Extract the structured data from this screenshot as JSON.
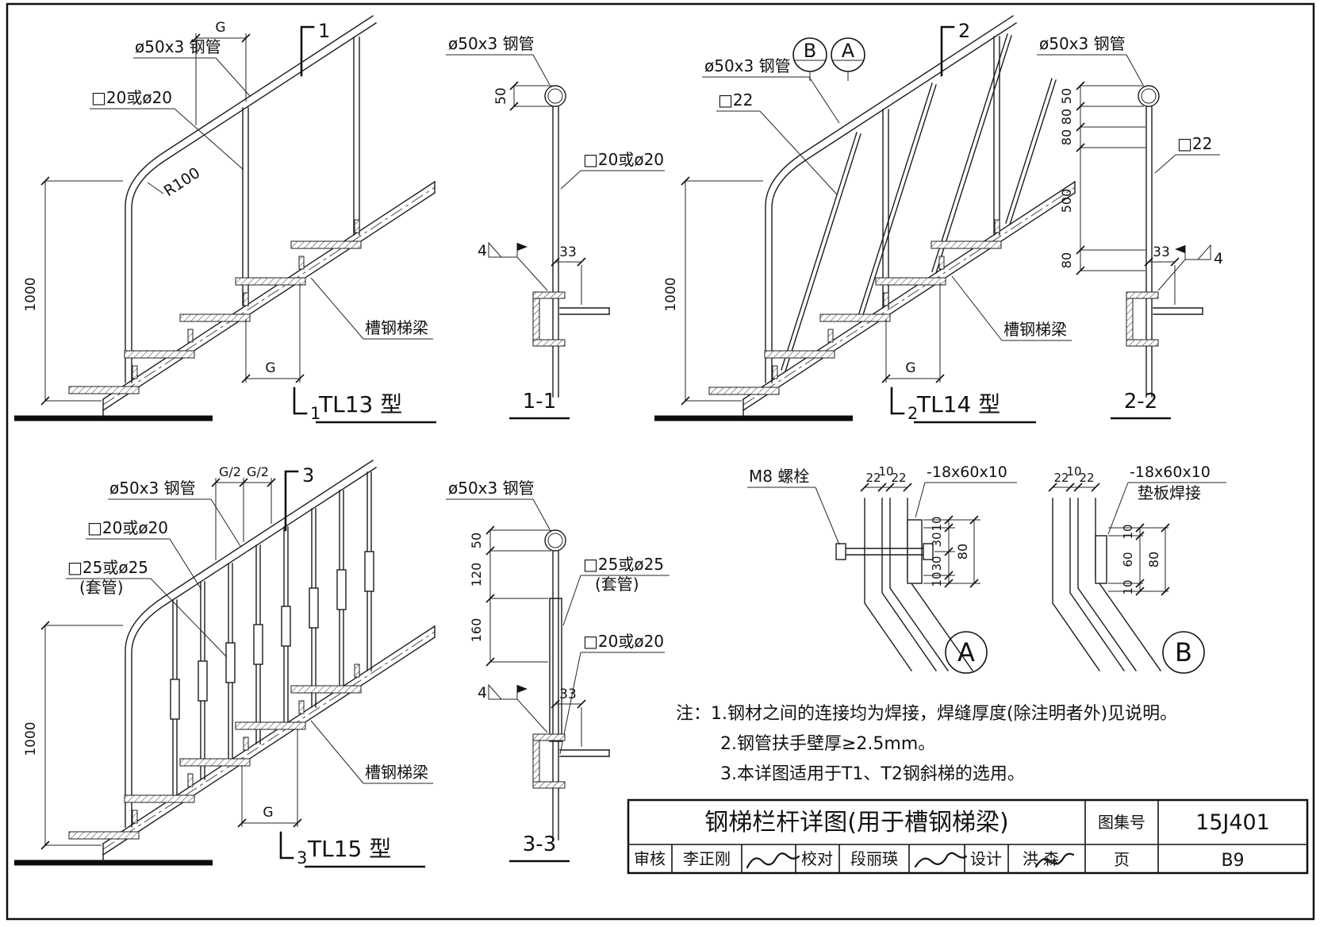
{
  "tl13": {
    "flag_no": "1",
    "cut_no": "1",
    "title": "TL13 型",
    "pipe_label": "ø50x3 钢管",
    "post_label": "□20或ø20",
    "radius_label": "R100",
    "beam_label": "槽钢梯梁",
    "dim_height": "1000",
    "dim_g_top": "G",
    "dim_g_bottom": "G"
  },
  "sec11": {
    "title": "1-1",
    "pipe_label": "ø50x3 钢管",
    "post_label": "□20或ø20",
    "dim_pipe": "50",
    "dim_offset": "33",
    "weld_size": "4"
  },
  "tl14": {
    "flag_no": "2",
    "cut_no": "2",
    "title": "TL14 型",
    "bubble_b": "B",
    "bubble_a": "A",
    "pipe_label": "ø50x3 钢管",
    "post_label": "□22",
    "beam_label": "槽钢梯梁",
    "dim_height": "1000",
    "dim_g_bottom": "G"
  },
  "sec22": {
    "title": "2-2",
    "pipe_label": "ø50x3 钢管",
    "post_label": "□22",
    "dim_pipe": "50",
    "dim_80a": "80",
    "dim_80b": "80",
    "dim_500": "500",
    "dim_80c": "80",
    "dim_offset": "33",
    "weld_size": "4"
  },
  "tl15": {
    "flag_no": "3",
    "cut_no": "3",
    "title": "TL15 型",
    "pipe_label": "ø50x3 钢管",
    "post_label": "□20或ø20",
    "sleeve_label": "□25或ø25",
    "sleeve_label2": "(套管)",
    "beam_label": "槽钢梯梁",
    "dim_height": "1000",
    "dim_g_half_a": "G/2",
    "dim_g_half_b": "G/2",
    "dim_g_bottom": "G"
  },
  "sec33": {
    "title": "3-3",
    "pipe_label": "ø50x3 钢管",
    "sleeve_label": "□25或ø25",
    "sleeve_label2": "(套管)",
    "post_label": "□20或ø20",
    "dim_pipe": "50",
    "dim_120": "120",
    "dim_160": "160",
    "dim_offset": "33",
    "weld_size": "4"
  },
  "detail_a": {
    "tag": "A",
    "bolt_label": "M8 螺栓",
    "plate_label": "-18x60x10",
    "dim_22a": "22",
    "dim_10": "10",
    "dim_22b": "22",
    "dim_r10a": "10",
    "dim_r30a": "30",
    "dim_r30b": "30",
    "dim_r10b": "10",
    "dim_r80": "80"
  },
  "detail_b": {
    "tag": "B",
    "plate_label": "-18x60x10",
    "plate_label2": "垫板焊接",
    "dim_22a": "22",
    "dim_10": "10",
    "dim_22b": "22",
    "dim_r10a": "10",
    "dim_r60": "60",
    "dim_r10b": "10",
    "dim_r80": "80"
  },
  "notes": {
    "line1": "注：1.钢材之间的连接均为焊接，焊缝厚度(除注明者外)见说明。",
    "line2": "2.钢管扶手壁厚≥2.5mm。",
    "line3": "3.本详图适用于T1、T2钢斜梯的选用。"
  },
  "titleblock": {
    "title": "钢梯栏杆详图(用于槽钢梯梁)",
    "atlas_label": "图集号",
    "atlas_no": "15J401",
    "page_label": "页",
    "page_no": "B9",
    "audit_label": "审核",
    "audit_name": "李正刚",
    "check_label": "校对",
    "check_name": "段丽瑛",
    "design_label": "设计",
    "design_name": "洪  森"
  }
}
